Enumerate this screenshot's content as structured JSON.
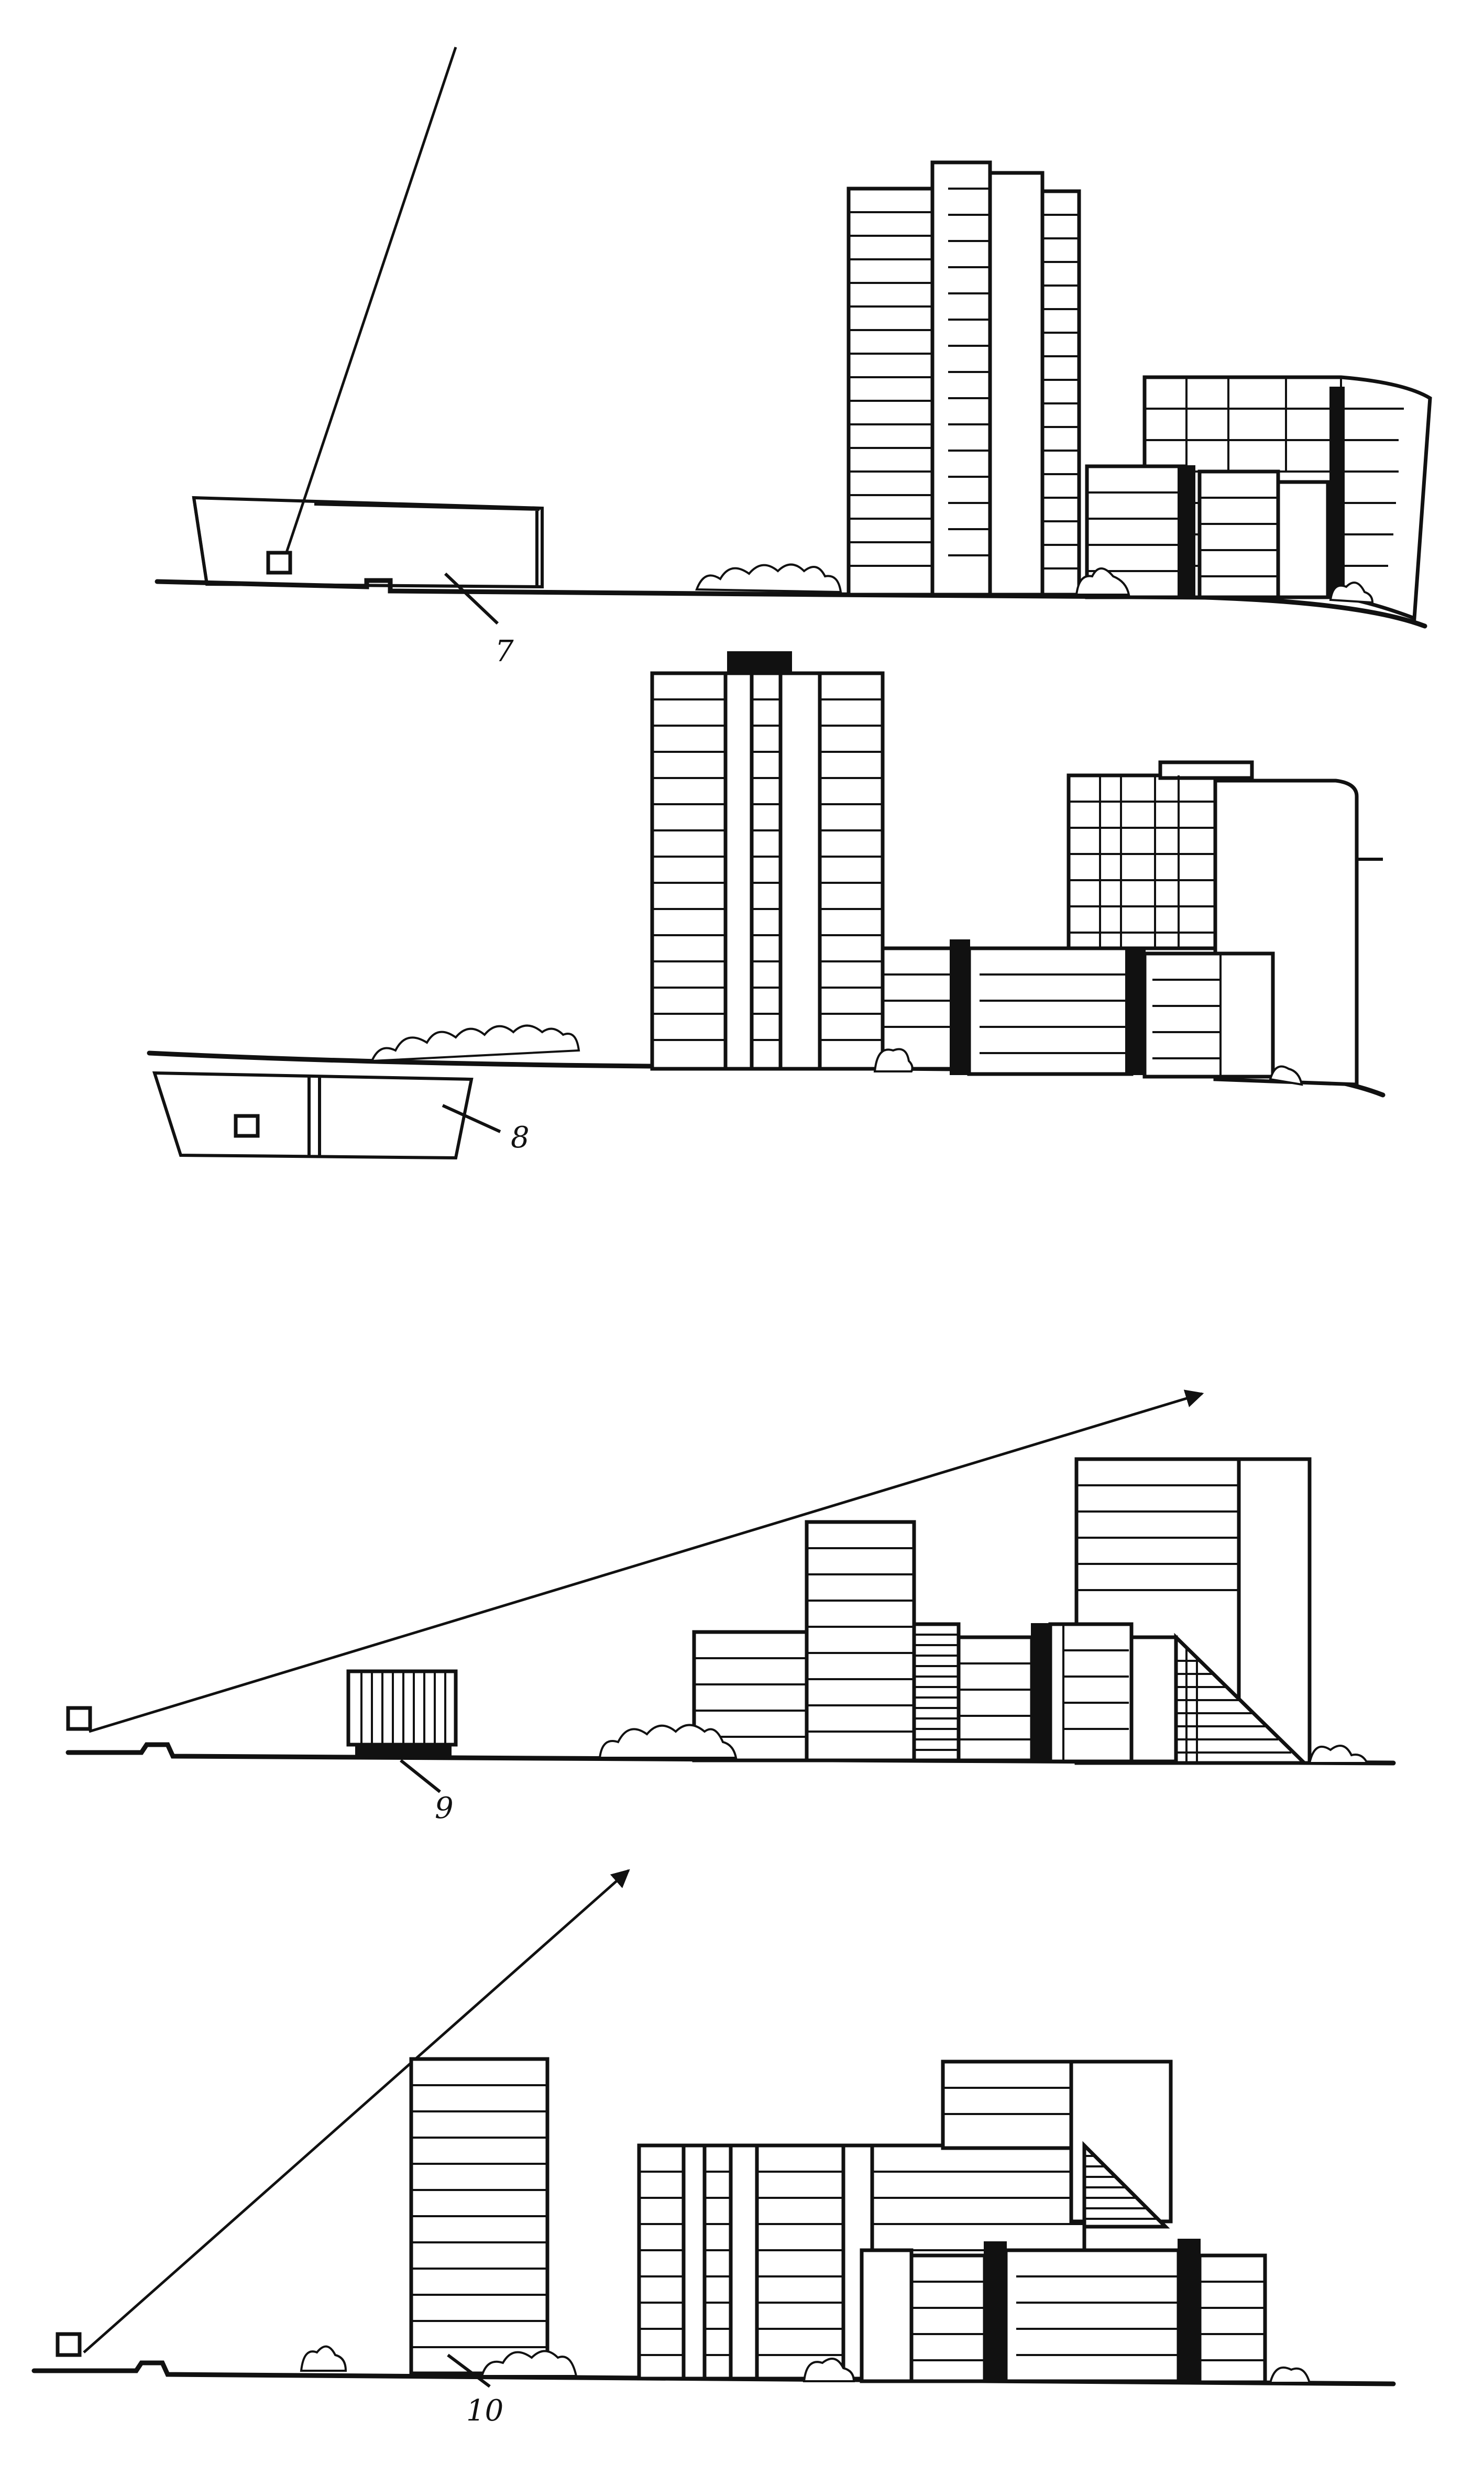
{
  "figure": {
    "labels": [
      {
        "id": "section-7",
        "text": "7"
      },
      {
        "id": "section-8",
        "text": "8"
      },
      {
        "id": "section-9",
        "text": "9"
      },
      {
        "id": "section-10",
        "text": "10"
      }
    ]
  }
}
